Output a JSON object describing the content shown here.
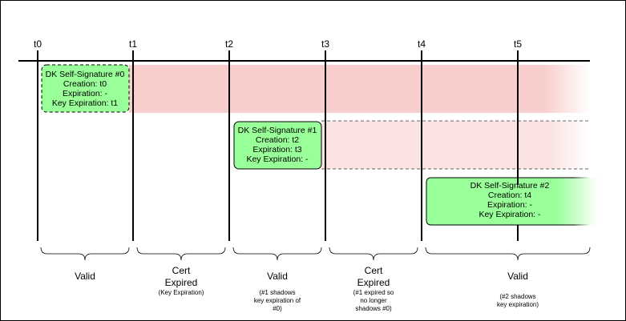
{
  "timeline": {
    "ticks": [
      "t0",
      "t1",
      "t2",
      "t3",
      "t4",
      "t5"
    ]
  },
  "signatures": [
    {
      "title": "DK Self-Signature #0",
      "lines": [
        "Creation: t0",
        "Expiration: -",
        "Key Expiration: t1"
      ],
      "band_color": "#f8cecc",
      "band_style": "solid",
      "box_style": "dashed"
    },
    {
      "title": "DK Self-Signature #1",
      "lines": [
        "Creation: t2",
        "Expiration: t3",
        "Key Expiration: -"
      ],
      "band_color": "#fbe3e3",
      "band_style": "dashed",
      "box_style": "solid"
    },
    {
      "title": "DK Self-Signature #2",
      "lines": [
        "Creation: t4",
        "Expiration: -",
        "Key Expiration: -"
      ],
      "band_color": null,
      "band_style": "none",
      "box_style": "solid-fade"
    }
  ],
  "intervals": [
    {
      "label": [
        "Valid"
      ],
      "note": []
    },
    {
      "label": [
        "Cert",
        "Expired"
      ],
      "note": [
        "(Key Expiration)"
      ]
    },
    {
      "label": [
        "Valid"
      ],
      "note": [
        "(#1 shadows",
        "key expiration of",
        "#0)"
      ]
    },
    {
      "label": [
        "Cert",
        "Expired"
      ],
      "note": [
        "(#1 expired so",
        "no longer",
        "shadows #0)"
      ]
    },
    {
      "label": [
        "Valid"
      ],
      "note": [
        "(#2 shadows",
        "key expiration)"
      ]
    }
  ],
  "colors": {
    "box_fill": "#99ff99",
    "box_stroke": "#000000",
    "line": "#000000"
  }
}
